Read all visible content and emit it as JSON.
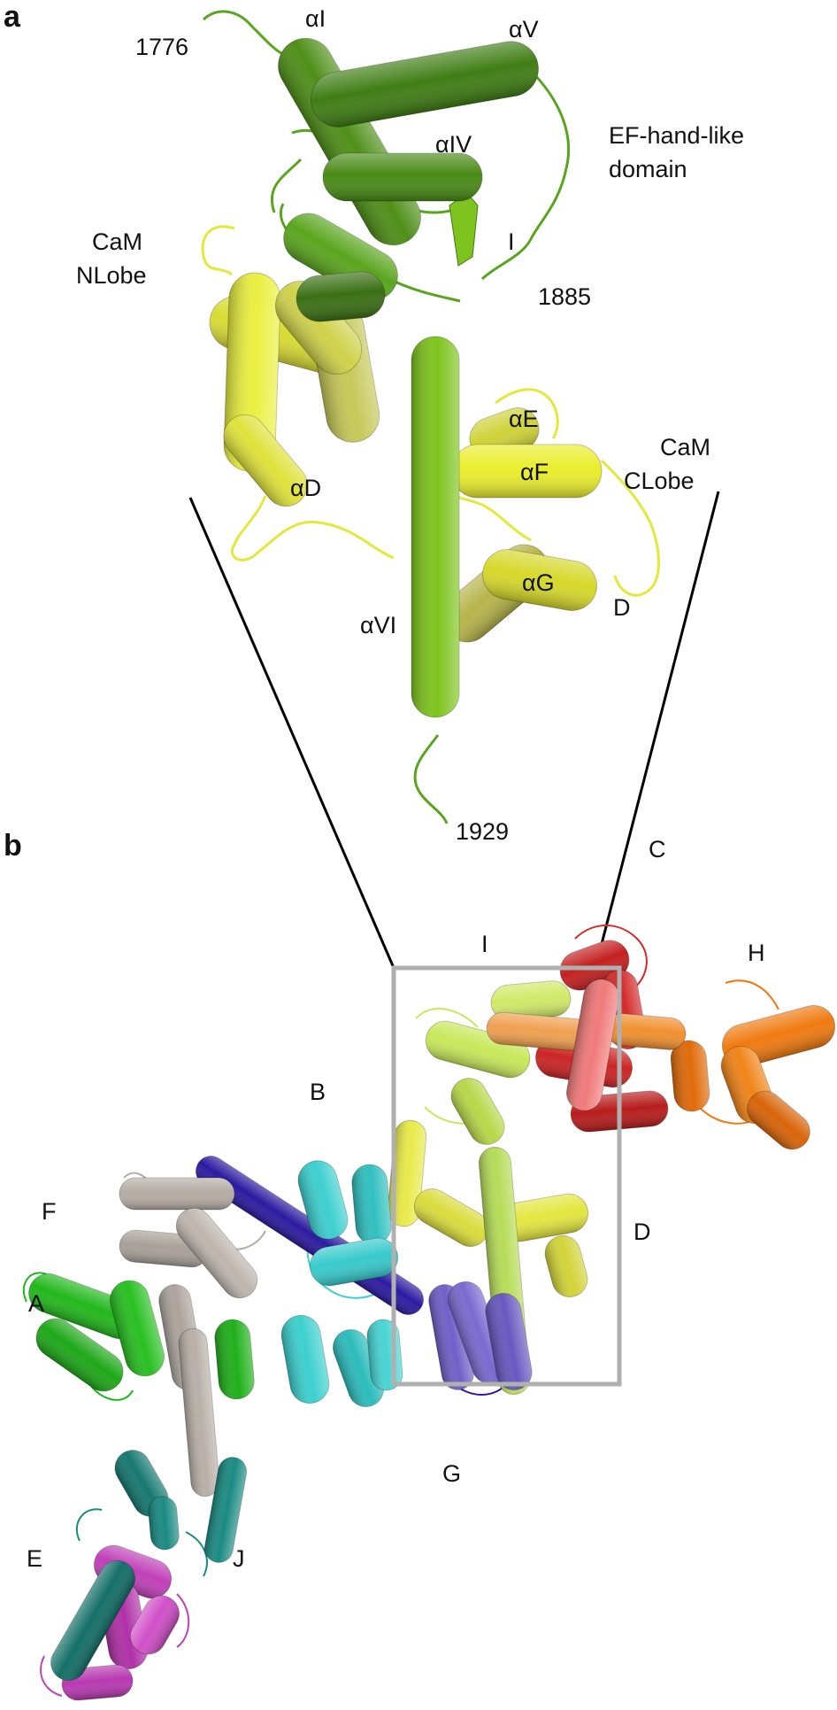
{
  "panel_a": {
    "panel_label": "a",
    "labels": {
      "alpha_I": "αI",
      "alpha_V": "αV",
      "alpha_IV": "αIV",
      "n_1776": "1776",
      "ef_hand_line1": "EF-hand-like",
      "ef_hand_line2": "domain",
      "cam_nlobe_line1": "CaM",
      "cam_nlobe_line2": "NLobe",
      "roman_I": "I",
      "n_1885": "1885",
      "alpha_E": "αE",
      "alpha_F": "αF",
      "alpha_D": "αD",
      "cam_clobe_line1": "CaM",
      "cam_clobe_line2": "CLobe",
      "alpha_G": "αG",
      "letter_D": "D",
      "alpha_VI": "αVI",
      "n_1929": "1929"
    }
  },
  "panel_b": {
    "panel_label": "b",
    "domain_labels": {
      "C": "C",
      "I": "I",
      "H": "H",
      "B": "B",
      "F": "F",
      "D": "D",
      "A": "A",
      "G": "G",
      "E": "E",
      "J": "J"
    }
  },
  "colors": {
    "ef_hand_green": "#5aa51e",
    "alpha_vi_green": "#7fc41e",
    "cam_yellow": "#e4e83a",
    "inset_box": "#b0b0b0",
    "red": "#d42a2a",
    "salmon": "#f07a7a",
    "orange": "#f07a10",
    "light_green": "#c8e85a",
    "yellow": "#e8ea4a",
    "gray": "#b5ada5",
    "navy": "#2c1aa0",
    "cyan": "#3ccfcf",
    "green": "#22b81c",
    "slate_blue": "#7060c8",
    "teal": "#1a8a82",
    "magenta": "#c040b8"
  }
}
